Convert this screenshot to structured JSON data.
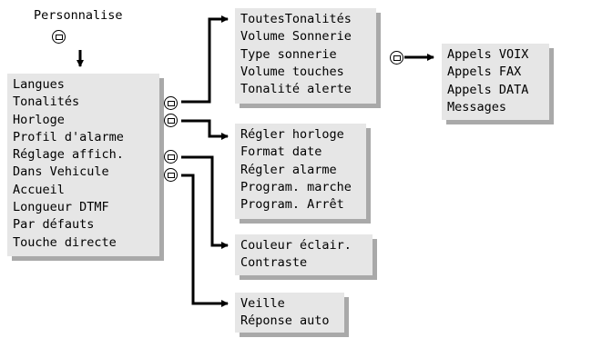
{
  "root": {
    "title": "Personnalise"
  },
  "main_menu": {
    "items": [
      "Langues",
      "Tonalités",
      "Horloge",
      "Profil d'alarme",
      "Réglage affich.",
      "Dans Vehicule",
      "Accueil",
      "Longueur DTMF",
      "Par défauts",
      "Touche directe"
    ]
  },
  "tonalites_menu": {
    "items": [
      "ToutesTonalités",
      "Volume Sonnerie",
      "Type sonnerie",
      "Volume touches",
      "Tonalité alerte"
    ]
  },
  "type_sonnerie_menu": {
    "items": [
      "Appels VOIX",
      "Appels FAX",
      "Appels DATA",
      "Messages"
    ]
  },
  "horloge_menu": {
    "items": [
      "Régler horloge",
      "Format date",
      "Régler alarme",
      "Program. marche",
      "Program. Arrêt"
    ]
  },
  "affichage_menu": {
    "items": [
      "Couleur éclair.",
      "Contraste"
    ]
  },
  "vehicule_menu": {
    "items": [
      "Veille",
      "Réponse auto"
    ]
  }
}
